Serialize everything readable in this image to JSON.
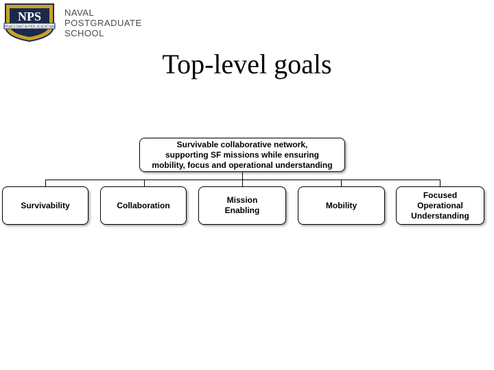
{
  "logo": {
    "emblem_text": "NPS",
    "motto": "PRAESTANTIA PER SCIENTIAM",
    "name_lines": "NAVAL\nPOSTGRADUATE\nSCHOOL"
  },
  "title": "Top-level goals",
  "root": {
    "line1": "Survivable collaborative network,",
    "line2": "supporting SF missions while ensuring",
    "line3": "mobility, focus and operational understanding"
  },
  "children": [
    {
      "label": "Survivability"
    },
    {
      "label": "Collaboration"
    },
    {
      "label": "Mission\nEnabling"
    },
    {
      "label": "Mobility"
    },
    {
      "label": "Focused\nOperational\nUnderstanding"
    }
  ],
  "colors": {
    "line": "#000000",
    "box_fill": "#ffffff",
    "logo_navy": "#1b2a4a",
    "logo_gold": "#c9a227"
  }
}
